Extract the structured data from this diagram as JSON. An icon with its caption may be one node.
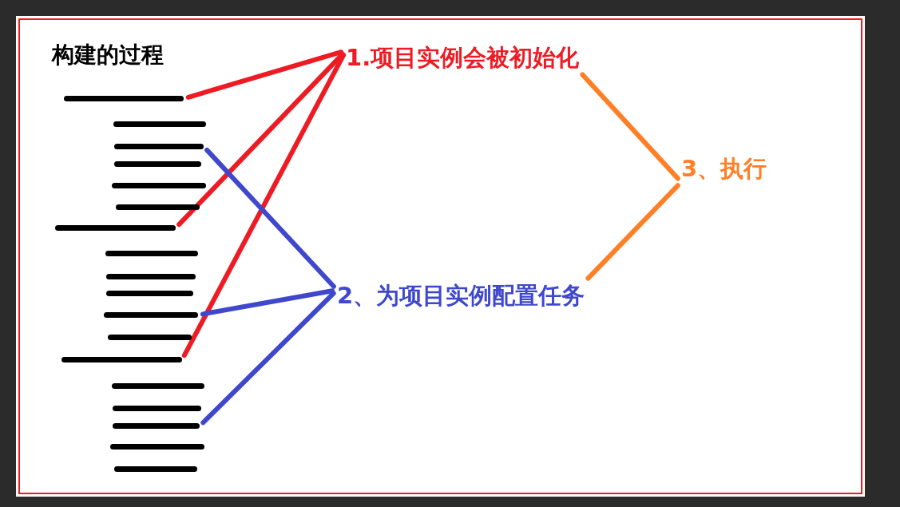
{
  "diagram": {
    "title": "构建的过程",
    "nodes": [
      {
        "text": [],
        "shape": "bar"
      },
      {
        "text": [],
        "shape": "bar"
      },
      {
        "text": [],
        "shape": "bar"
      },
      {
        "text": [],
        "shape": "bar"
      },
      {
        "text": [],
        "shape": "bar"
      },
      {
        "text": [],
        "shape": "bar"
      },
      {
        "text": [],
        "shape": "bar"
      },
      {
        "text": [],
        "shape": "bar"
      },
      {
        "text": [],
        "shape": "bar"
      },
      {
        "text": [],
        "shape": "bar"
      },
      {
        "text": [],
        "shape": "bar"
      },
      {
        "text": [],
        "shape": "bar"
      },
      {
        "text": [],
        "shape": "bar"
      },
      {
        "text": [],
        "shape": "bar"
      },
      {
        "text": [],
        "shape": "bar"
      },
      {
        "text": [],
        "shape": "bar"
      },
      {
        "text": [],
        "shape": "bar"
      },
      {
        "text": [],
        "shape": "bar"
      },
      {
        "text": [
          "1.项目实例会被初始化"
        ]
      },
      {
        "text": [
          "2、为项目实例配置任务"
        ]
      },
      {
        "text": [
          "3、执行"
        ]
      }
    ],
    "edges": [
      {
        "from": 0,
        "to": 18,
        "arrow": "none",
        "color": "#ed1c24"
      },
      {
        "from": 6,
        "to": 18,
        "arrow": "none",
        "color": "#ed1c24"
      },
      {
        "from": 12,
        "to": 18,
        "arrow": "none",
        "color": "#ed1c24"
      },
      {
        "from": 2,
        "to": 19,
        "arrow": "none",
        "color": "#3f48cc"
      },
      {
        "from": 10,
        "to": 19,
        "arrow": "none",
        "color": "#3f48cc"
      },
      {
        "from": 15,
        "to": 19,
        "arrow": "none",
        "color": "#3f48cc"
      },
      {
        "from": 18,
        "to": 20,
        "arrow": "none",
        "color": "#ff7f27"
      },
      {
        "from": 19,
        "to": 20,
        "arrow": "none",
        "color": "#ff7f27"
      }
    ]
  }
}
